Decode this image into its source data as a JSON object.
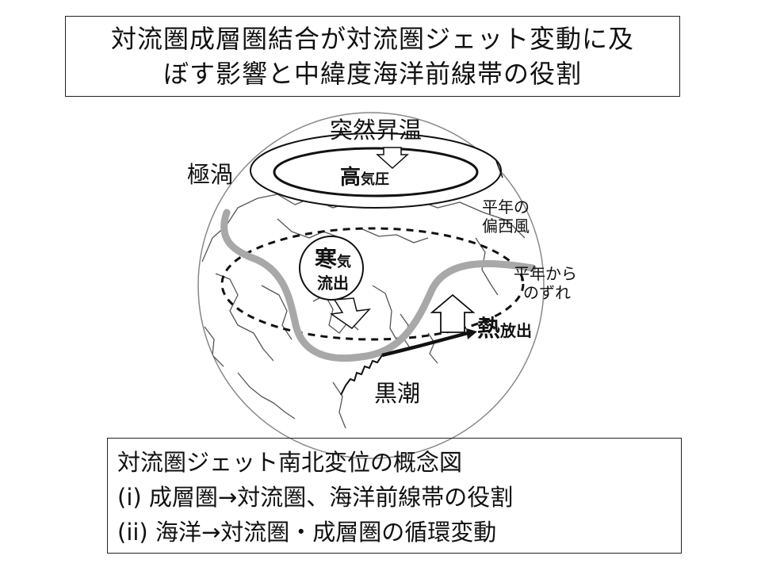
{
  "title": {
    "line1": "対流圏成層圏結合が対流圏ジェット変動に及",
    "line2": "ぼす影響と中緯度海洋前線帯の役割"
  },
  "diagram": {
    "sudden_warming": "突然昇温",
    "polar_vortex": "極渦",
    "high_pressure_big": "高",
    "high_pressure_small": "気圧",
    "normal_westerly_line1": "平年の",
    "normal_westerly_line2": "偏西風",
    "deviation_line1": "平年から",
    "deviation_line2": "のずれ",
    "cold_big": "寒",
    "cold_small": "気",
    "outflow": "流出",
    "heat_big": "熱",
    "heat_small": "放出",
    "kuroshio": "黒潮"
  },
  "concept": {
    "line1": "対流圏ジェット南北変位の概念図",
    "line2": "(i) 成層圏→対流圏、海洋前線帯の役割",
    "line3": "(ii) 海洋→対流圏・成層圏の循環変動"
  },
  "colors": {
    "jet_stream": "#a8a8a8",
    "outline": "#222222"
  }
}
